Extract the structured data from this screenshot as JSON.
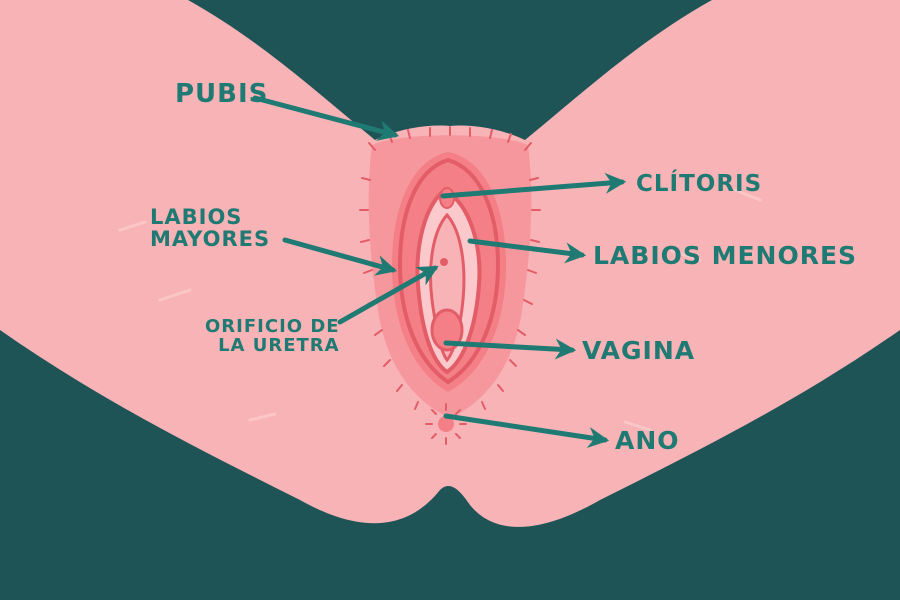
{
  "colors": {
    "background": "#1f5457",
    "skin": "#f8b3b6",
    "organ": "#f47f86",
    "organ_dark": "#e35d68",
    "organ_light": "#fbc9cc",
    "label": "#1e7a72"
  },
  "labels": {
    "pubis": "PUBIS",
    "labios_mayores_line1": "LABIOS",
    "labios_mayores_line2": "MAYORES",
    "orificio_line1": "ORIFICIO DE",
    "orificio_line2": "LA URETRA",
    "clitoris": "CLÍTORIS",
    "labios_menores": "LABIOS MENORES",
    "vagina": "VAGINA",
    "ano": "ANO"
  }
}
